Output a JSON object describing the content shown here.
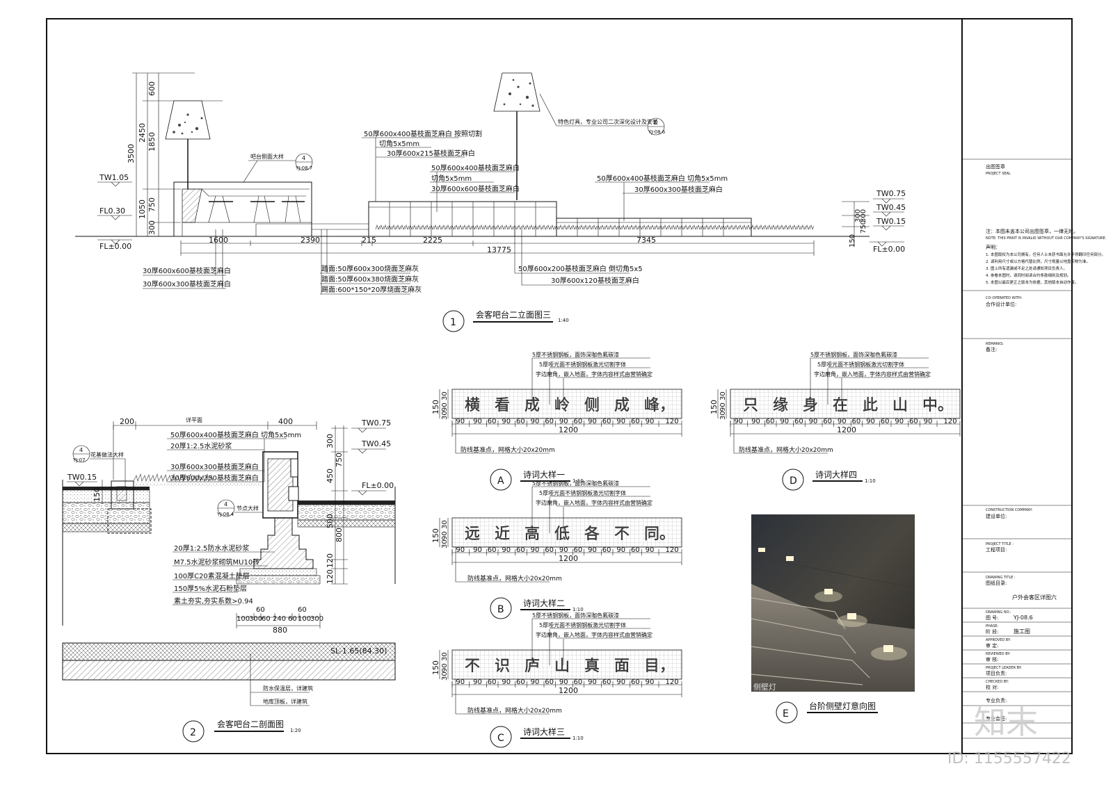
{
  "elevation": {
    "title_num": "1",
    "title": "会客吧台二立面图三",
    "scale": "1:40",
    "vertical_dims": [
      "600",
      "2450",
      "1850",
      "3500",
      "1050",
      "750",
      "300"
    ],
    "levels_left": [
      "TW1.05",
      "FL0.30",
      "FL±0.00"
    ],
    "levels_right": [
      "TW0.75",
      "TW0.45",
      "TW0.15",
      "FL±0.00"
    ],
    "right_dims": [
      "300",
      "300",
      "750",
      "150"
    ],
    "horiz_dims": [
      "1600",
      "2390",
      "215",
      "2225",
      "7345"
    ],
    "total_dim": "13775",
    "callout_bar": {
      "label": "吧台侧面大样",
      "num": "4",
      "ref": "YJ-08.7"
    },
    "callout_lamp": {
      "label": "特色灯具，专业公司二次深化设计及安装",
      "num": "E",
      "ref": "YJ-08.6"
    },
    "notes_top": [
      "50厚600x400基枝面芝麻白 按照切割",
      "切角5x5mm",
      "30厚600x215基枝面芝麻白",
      "50厚600x400基枝面芝麻白",
      "切角5x5mm",
      "30厚600x600基枝面芝麻白"
    ],
    "notes_right": [
      "50厚600x400基枝面芝麻白 切角5x5mm",
      "30厚600x300基枝面芝麻白"
    ],
    "notes_bottom_left": [
      "30厚600x600基枝面芝麻白",
      "30厚600x300基枝面芝麻白"
    ],
    "notes_bottom_mid": [
      "踏面:50厚600x300烧面芝麻灰",
      "踏面:50厚600x380烧面芝麻灰",
      "踢面:600*150*20厚烧面芝麻灰"
    ],
    "notes_bottom_right": [
      "50厚600x200基枝面芝麻白 倒切角5x5",
      "30厚600x120基枝面芝麻白"
    ]
  },
  "section": {
    "title_num": "2",
    "title": "会客吧台二剖面图",
    "scale": "1:20",
    "top_dims": [
      "200",
      "400"
    ],
    "top_label": "详平面",
    "callout": {
      "num": "4",
      "ref": "YJ-07",
      "label": "花基做法大样"
    },
    "node": {
      "num": "4",
      "ref": "YJ-08.4",
      "label": "节点大样"
    },
    "notes_top": [
      "50厚600x400基枝面芝麻白 切角5x5mm",
      "20厚1:2.5水泥砂浆",
      "30厚600x300基枝面芝麻白",
      "30厚600x350基枝面芝麻白"
    ],
    "notes_bottom": [
      "20厚1:2.5防水水泥砂浆",
      "M7.5水泥砂浆砌筑MU10砖",
      "100厚C20素混凝土垫层",
      "150厚5%水泥石粉垫层",
      "素土夯实,夯实系数>0.94"
    ],
    "levels": [
      "TW0.75",
      "TW0.45",
      "TW0.15",
      "FL±0.00",
      "SL-1.65(84.30)"
    ],
    "right_dims": [
      "300",
      "750",
      "450",
      "500",
      "800",
      "120",
      "120"
    ],
    "bottom_dims": [
      "60",
      "60",
      "100",
      "300",
      "60",
      "240",
      "60",
      "100",
      "300"
    ],
    "bottom_total": "880",
    "slab_notes": [
      "防水保温层，详建筑",
      "地库顶板，详建筑"
    ],
    "side_label": "150"
  },
  "poems": [
    {
      "letter": "A",
      "title": "诗词大样一",
      "scale": "1:10",
      "text": "横 看 成 岭 侧 成 峰，"
    },
    {
      "letter": "B",
      "title": "诗词大样二",
      "scale": "1:10",
      "text": "远 近 高 低 各 不 同。"
    },
    {
      "letter": "C",
      "title": "诗词大样三",
      "scale": "1:10",
      "text": "不 识 庐 山 真 面 目，"
    },
    {
      "letter": "D",
      "title": "诗词大样四",
      "scale": "1:10",
      "text": "只 缘 身 在 此 山 中。"
    }
  ],
  "poem_common": {
    "notes": [
      "5厚不锈钢钢板，面饰深咖色氟碳漆",
      "5厚哑光面不锈钢钢板激光切割字体",
      "字边磨角，嵌入地面，字体内容样式由营销确定"
    ],
    "dims": [
      "90",
      "90",
      "60",
      "90",
      "60",
      "90",
      "60",
      "90",
      "60",
      "90",
      "60",
      "90",
      "60",
      "90",
      "120"
    ],
    "total": "1200",
    "left_dims": [
      "150",
      "30",
      "90",
      "30"
    ],
    "baseline_note": "防线基准点，网格大小20x20mm"
  },
  "photo": {
    "letter": "E",
    "title": "台阶侧壁灯意向图",
    "caption": "侧壁灯"
  },
  "titleblock": {
    "seal_cn": "出图签章",
    "seal_en": "PROJECT SEAL",
    "seal_note": "注：本图未盖本公司出图签章，一律无效。",
    "seal_note_en": "NOTE: THIS PRINT IS INVALID WITHOUT OUR COMPANY'S SIGNATURE.",
    "declare_title": "声明：",
    "declare": [
      "1. 本图版权为本公司拥有，任何人士未获书面允许不得翻印任何部分。",
      "2. 请利用尺寸或以方格代替比例，尺寸规量以地盘实物为准。",
      "3. 图上所有遗漏或不足之处请通知项目负责人。",
      "4. 参看本图时，请同时阅读合约条款细则及规划。",
      "5. 本图以最后更正之版本为依据，其他版本自动作废。"
    ],
    "coop_en": "CO-OPERATED WITH:",
    "coop_cn": "合作设计单位:",
    "remarks_en": "REMARKS:",
    "remarks_cn": "备注:",
    "construction_en": "CONSTRUCTION COMPANY:",
    "construction_cn": "建设单位:",
    "project_en": "PROJECT TITLE :",
    "project_cn": "工程项目:",
    "drawing_en": "DRAWING TITLE :",
    "drawing_cn": "图纸目录:",
    "drawing_title": "户外会客区详图六",
    "drawing_no_en": "DRAWING NO.:",
    "drawing_no_cn": "图 号:",
    "drawing_no": "YJ-08.6",
    "phase_en": "PHASE:",
    "phase_cn": "阶 段:",
    "phase": "施工图",
    "approved_en": "APPROVED BY:",
    "approved_cn": "审 定:",
    "reviewed_en": "REVIEWED BY:",
    "reviewed_cn": "审 核:",
    "leader_en": "PROJECT LEADER BY:",
    "leader_cn": "项目负责:",
    "checked_en": "CHECKED BY:",
    "checked_cn": "校 对:",
    "design_cn": "专业负责:",
    "sign_cn": "专业会签:"
  },
  "watermark": {
    "logo": "知末",
    "id": "ID: 1155557422"
  }
}
